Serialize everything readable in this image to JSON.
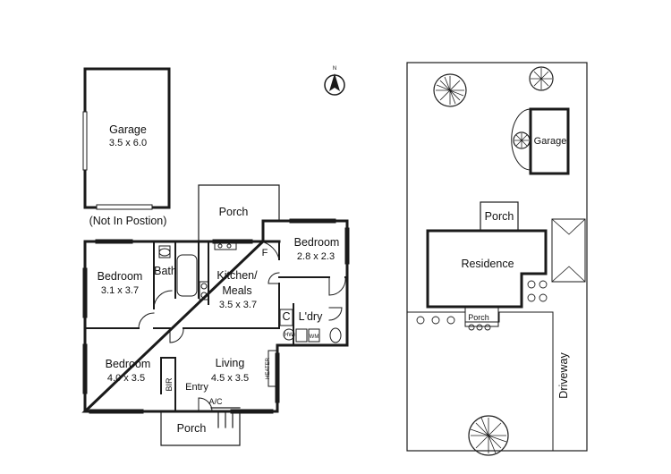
{
  "floor_plan": {
    "garage": {
      "label": "Garage",
      "dims": "3.5 x 6.0",
      "note": "(Not In Postion)"
    },
    "porch_back": {
      "label": "Porch"
    },
    "bedroom_ne": {
      "label": "Bedroom",
      "dims": "2.8 x 2.3"
    },
    "bedroom_nw": {
      "label": "Bedroom",
      "dims": "3.1 x 3.7"
    },
    "bath": {
      "label": "Bath"
    },
    "kitchen": {
      "label_line1": "Kitchen/",
      "label_line2": "Meals",
      "dims": "3.5 x 3.7"
    },
    "fridge": {
      "label": "F"
    },
    "cupboard": {
      "label": "C"
    },
    "laundry": {
      "label": "L'dry"
    },
    "hw": {
      "label": "HW"
    },
    "wm": {
      "label": "WM"
    },
    "bedroom_sw": {
      "label": "Bedroom",
      "dims": "4.0 x 3.5"
    },
    "living": {
      "label": "Living",
      "dims": "4.5 x 3.5"
    },
    "bir": {
      "label": "BIR"
    },
    "heater": {
      "label": "HEATER"
    },
    "entry": {
      "label": "Entry"
    },
    "ac": {
      "label": "A/C"
    },
    "porch_front": {
      "label": "Porch"
    }
  },
  "site_plan": {
    "garage": {
      "label": "Garage"
    },
    "porch_top": {
      "label": "Porch"
    },
    "residence": {
      "label": "Residence"
    },
    "porch_bottom": {
      "label": "Porch"
    },
    "driveway": {
      "label": "Driveway"
    }
  },
  "compass": {
    "label": "N"
  }
}
